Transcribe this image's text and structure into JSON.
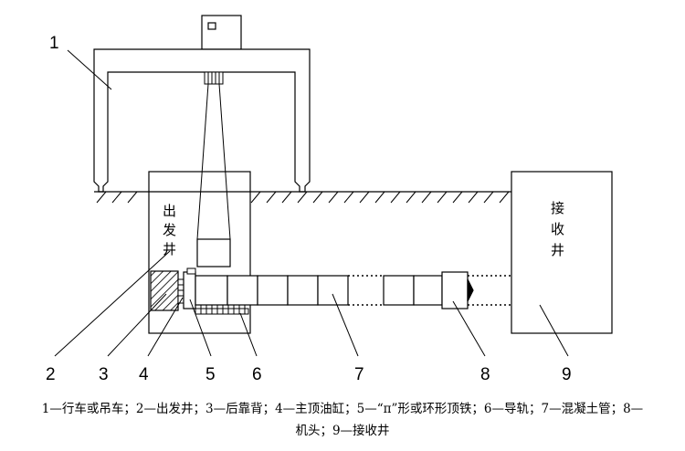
{
  "callouts": [
    "1",
    "2",
    "3",
    "4",
    "5",
    "6",
    "7",
    "8",
    "9"
  ],
  "start_shaft_label": [
    "出",
    "发",
    "井"
  ],
  "receive_shaft_label": [
    "接",
    "收",
    "井"
  ],
  "caption": {
    "line1": "1—行车或吊车；2—出发井；3—后靠背；4—主顶油缸；5—“π”形或环形顶铁；6—导轨；7—混凝土管；8—",
    "line2": "机头；9—接收井"
  }
}
